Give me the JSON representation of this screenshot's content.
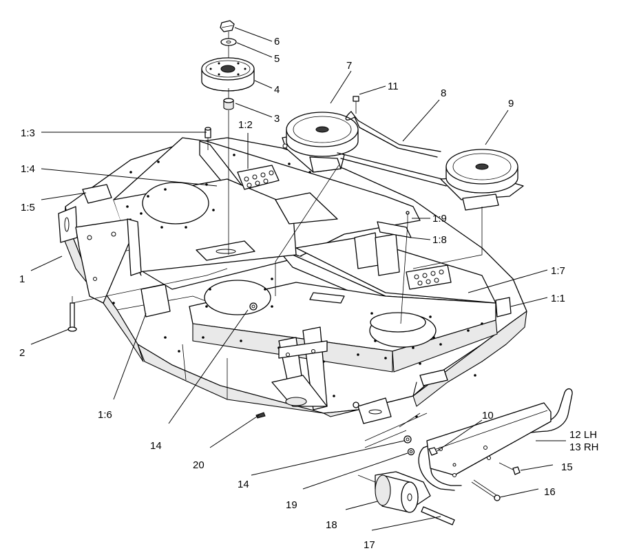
{
  "labels": {
    "l6": "6",
    "l5": "5",
    "l4": "4",
    "l3": "3",
    "l7": "7",
    "l11": "11",
    "l8": "8",
    "l9": "9",
    "l13a": "1:3",
    "l12a": "1:2",
    "l14a": "1:4",
    "l15a": "1:5",
    "l19a": "1:9",
    "l18a": "1:8",
    "l17a": "1:7",
    "l11a": "1:1",
    "l1": "1",
    "l2": "2",
    "l16a": "1:6",
    "l14": "14",
    "l20": "20",
    "l10": "10",
    "l12": "12 LH",
    "l13": "13 RH",
    "l15": "15",
    "l16": "16",
    "l14b": "14",
    "l19": "19",
    "l18": "18",
    "l17": "17"
  },
  "colors": {
    "ink": "#000000",
    "paper": "#ffffff"
  }
}
